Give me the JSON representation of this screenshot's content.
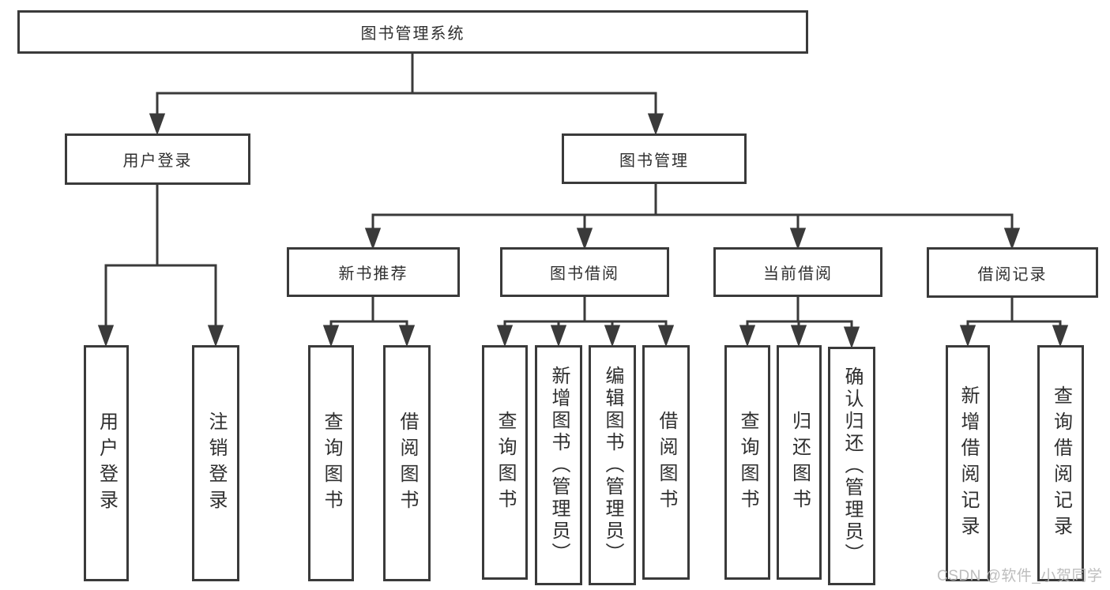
{
  "diagram": {
    "root": {
      "label": "图书管理系统"
    },
    "branches": [
      {
        "label": "用户登录",
        "children": [
          {
            "label": "用户登录"
          },
          {
            "label": "注销登录"
          }
        ]
      },
      {
        "label": "图书管理",
        "children": [
          {
            "label": "新书推荐",
            "children": [
              {
                "label": "查询图书"
              },
              {
                "label": "借阅图书"
              }
            ]
          },
          {
            "label": "图书借阅",
            "children": [
              {
                "label": "查询图书"
              },
              {
                "label": "新增图书（管理员）"
              },
              {
                "label": "编辑图书（管理员）"
              },
              {
                "label": "借阅图书"
              }
            ]
          },
          {
            "label": "当前借阅",
            "children": [
              {
                "label": "查询图书"
              },
              {
                "label": "归还图书"
              },
              {
                "label": "确认归还（管理员）"
              }
            ]
          },
          {
            "label": "借阅记录",
            "children": [
              {
                "label": "新增借阅记录"
              },
              {
                "label": "查询借阅记录"
              }
            ]
          }
        ]
      }
    ]
  },
  "watermark": {
    "text": "CSDN @软件_小贺同学"
  },
  "colors": {
    "line": "#3a3a3a",
    "box_border": "#3a3a3a",
    "text": "#2f2f2f",
    "watermark": "#b9b9b9",
    "background": "#ffffff"
  }
}
